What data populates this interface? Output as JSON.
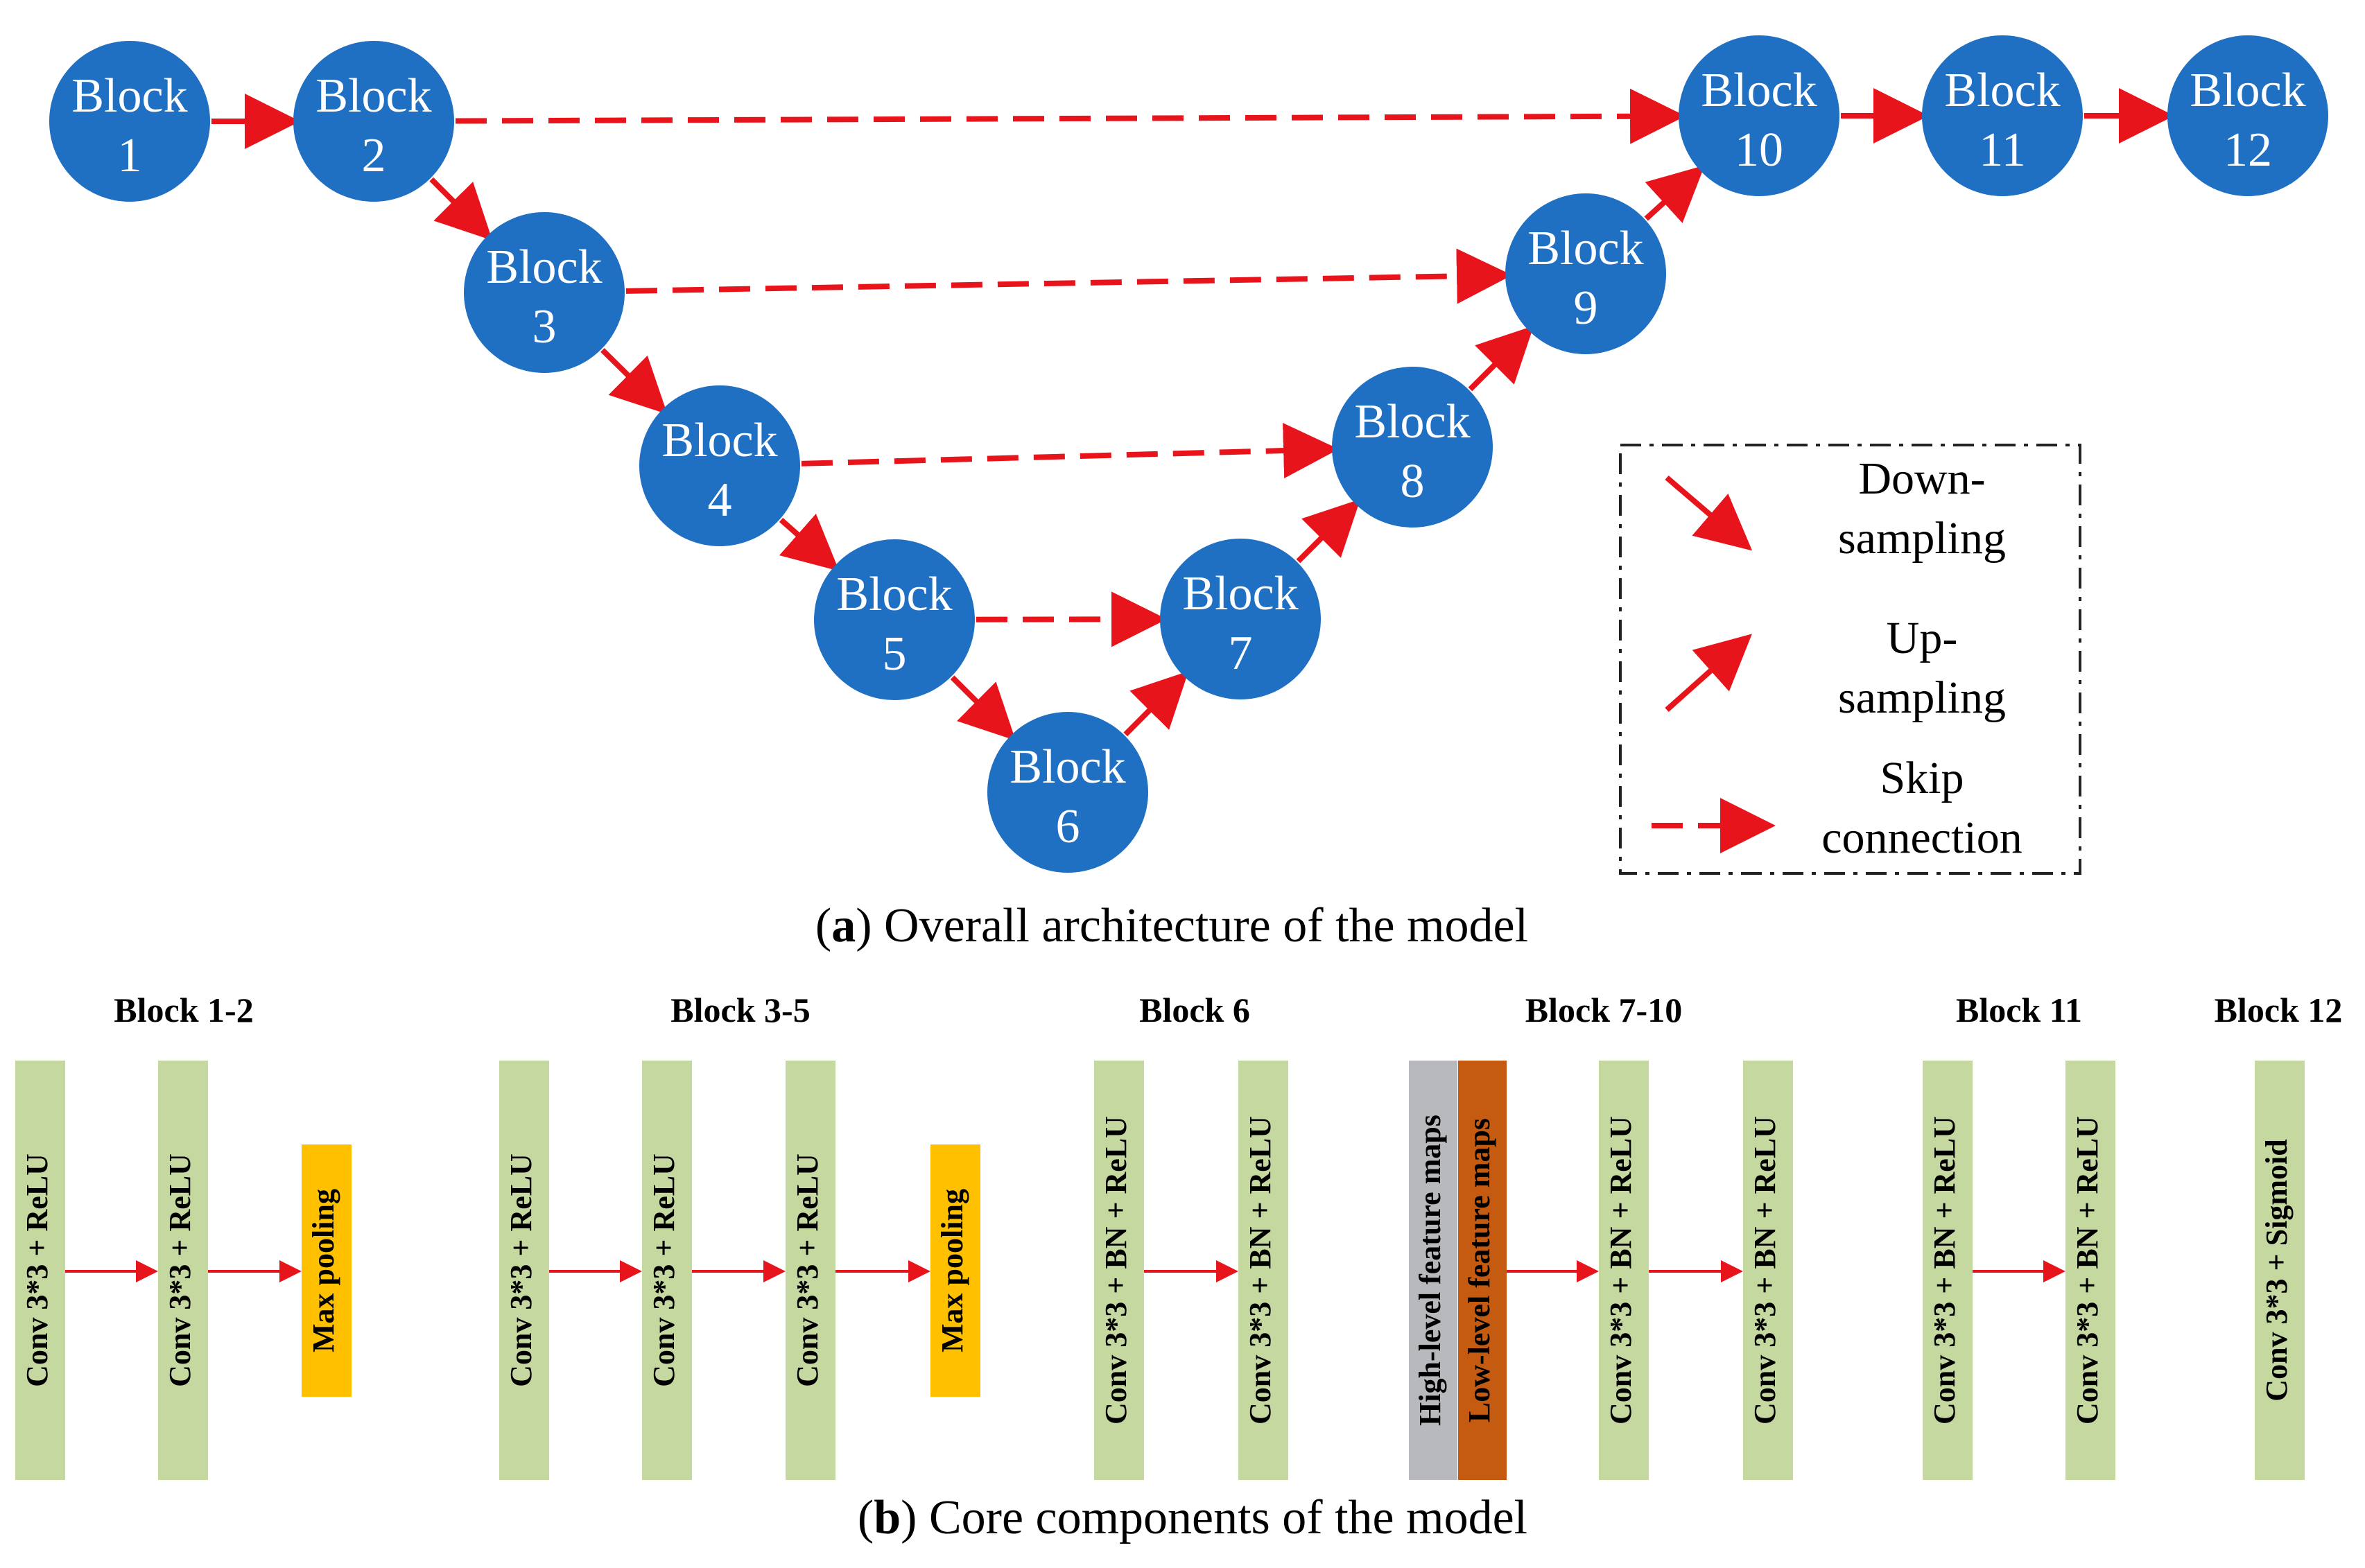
{
  "colors": {
    "node_fill": "#1f6fc3",
    "arrow": "#e8141b",
    "conv_block": "#c5d8a0",
    "max_pooling": "#ffc000",
    "high_level": "#b7b9bc",
    "low_level": "#c55a11"
  },
  "part_a": {
    "nodes": [
      {
        "id": "b1",
        "label": "Block",
        "number": "1"
      },
      {
        "id": "b2",
        "label": "Block",
        "number": "2"
      },
      {
        "id": "b3",
        "label": "Block",
        "number": "3"
      },
      {
        "id": "b4",
        "label": "Block",
        "number": "4"
      },
      {
        "id": "b5",
        "label": "Block",
        "number": "5"
      },
      {
        "id": "b6",
        "label": "Block",
        "number": "6"
      },
      {
        "id": "b7",
        "label": "Block",
        "number": "7"
      },
      {
        "id": "b8",
        "label": "Block",
        "number": "8"
      },
      {
        "id": "b9",
        "label": "Block",
        "number": "9"
      },
      {
        "id": "b10",
        "label": "Block",
        "number": "10"
      },
      {
        "id": "b11",
        "label": "Block",
        "number": "11"
      },
      {
        "id": "b12",
        "label": "Block",
        "number": "12"
      }
    ],
    "edges": [
      {
        "from": "b1",
        "to": "b2",
        "kind": "solid"
      },
      {
        "from": "b2",
        "to": "b3",
        "kind": "solid"
      },
      {
        "from": "b3",
        "to": "b4",
        "kind": "solid"
      },
      {
        "from": "b4",
        "to": "b5",
        "kind": "solid"
      },
      {
        "from": "b5",
        "to": "b6",
        "kind": "solid"
      },
      {
        "from": "b6",
        "to": "b7",
        "kind": "solid"
      },
      {
        "from": "b7",
        "to": "b8",
        "kind": "solid"
      },
      {
        "from": "b8",
        "to": "b9",
        "kind": "solid"
      },
      {
        "from": "b9",
        "to": "b10",
        "kind": "solid"
      },
      {
        "from": "b10",
        "to": "b11",
        "kind": "solid"
      },
      {
        "from": "b11",
        "to": "b12",
        "kind": "solid"
      },
      {
        "from": "b2",
        "to": "b10",
        "kind": "dashed"
      },
      {
        "from": "b3",
        "to": "b9",
        "kind": "dashed"
      },
      {
        "from": "b4",
        "to": "b8",
        "kind": "dashed"
      },
      {
        "from": "b5",
        "to": "b7",
        "kind": "dashed"
      }
    ],
    "legend": {
      "down_line1": "Down-",
      "down_line2": "sampling",
      "up_line1": "Up-",
      "up_line2": "sampling",
      "skip_line1": "Skip",
      "skip_line2": "connection"
    },
    "caption_letter": "a",
    "caption_text": ") Overall architecture of the model"
  },
  "part_b": {
    "groups": [
      {
        "title": "Block 1-2",
        "items": [
          {
            "text": "Conv 3*3 + ReLU",
            "kind": "conv"
          },
          {
            "text": "Conv 3*3 + ReLU",
            "kind": "conv"
          },
          {
            "text": "Max pooling",
            "kind": "pool"
          }
        ]
      },
      {
        "title": "Block 3-5",
        "items": [
          {
            "text": "Conv 3*3 + ReLU",
            "kind": "conv"
          },
          {
            "text": "Conv 3*3 + ReLU",
            "kind": "conv"
          },
          {
            "text": "Conv 3*3 + ReLU",
            "kind": "conv"
          },
          {
            "text": "Max pooling",
            "kind": "pool"
          }
        ]
      },
      {
        "title": "Block 6",
        "items": [
          {
            "text": "Conv 3*3 + BN + ReLU",
            "kind": "conv"
          },
          {
            "text": "Conv 3*3 + BN + ReLU",
            "kind": "conv"
          }
        ]
      },
      {
        "title": "Block 7-10",
        "items": [
          {
            "text": "High-level feature maps",
            "kind": "high"
          },
          {
            "text": "Low-level feature maps",
            "kind": "low"
          },
          {
            "text": "Conv 3*3 + BN + ReLU",
            "kind": "conv"
          },
          {
            "text": "Conv 3*3 + BN + ReLU",
            "kind": "conv"
          }
        ]
      },
      {
        "title": "Block 11",
        "items": [
          {
            "text": "Conv 3*3 + BN + ReLU",
            "kind": "conv"
          },
          {
            "text": "Conv 3*3 + BN + ReLU",
            "kind": "conv"
          }
        ]
      },
      {
        "title": "Block 12",
        "items": [
          {
            "text": "Conv 3*3 + Sigmoid",
            "kind": "conv"
          }
        ]
      }
    ],
    "caption_letter": "b",
    "caption_text": ") Core components of the model"
  }
}
